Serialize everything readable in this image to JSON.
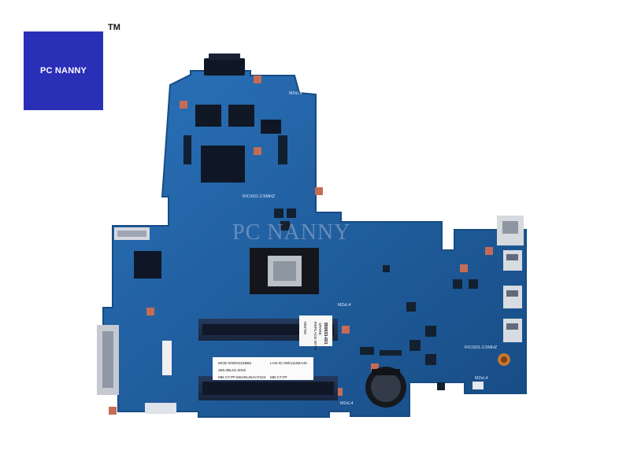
{
  "brand": {
    "logo_text": "PC NANNY",
    "tm": "TM",
    "box_color": "#2a2fb8"
  },
  "photo": {
    "watermark": "PC NANNY",
    "board_color": "#1f5e9e",
    "board_edge_color": "#174c84",
    "copper_color": "#c56c56",
    "chip_color": "#111827",
    "silk_color": "#dbe7ff",
    "icons": {
      "motherboard": "motherboard-photo",
      "cpu": "cpu-chip",
      "battery": "coin-battery",
      "ram": "ram-slot"
    },
    "labels": {
      "m2_top": "M2xL4",
      "m2_mid": "M2xL4",
      "m2_left": "M2xL4",
      "m2_right": "M2xL4",
      "rx_top": "RX1601-2.5MHZ",
      "rx_right": "RX1601-2.5MHZ",
      "label_center_1": "REPLACE WITH",
      "label_center_2": "SPARE",
      "label_center_3": "859033-601",
      "label_center_4": "858765",
      "label_sticker_1": "MOD 000031159B5",
      "label_sticker_2": "455.0BL01.0002",
      "label_sticker_3": "MB-CT.PF.MS4NUNAH7222",
      "label_sticker_4": "LAN-ID 00E11158A40",
      "label_sticker_5": "MB-CT.PF"
    }
  }
}
